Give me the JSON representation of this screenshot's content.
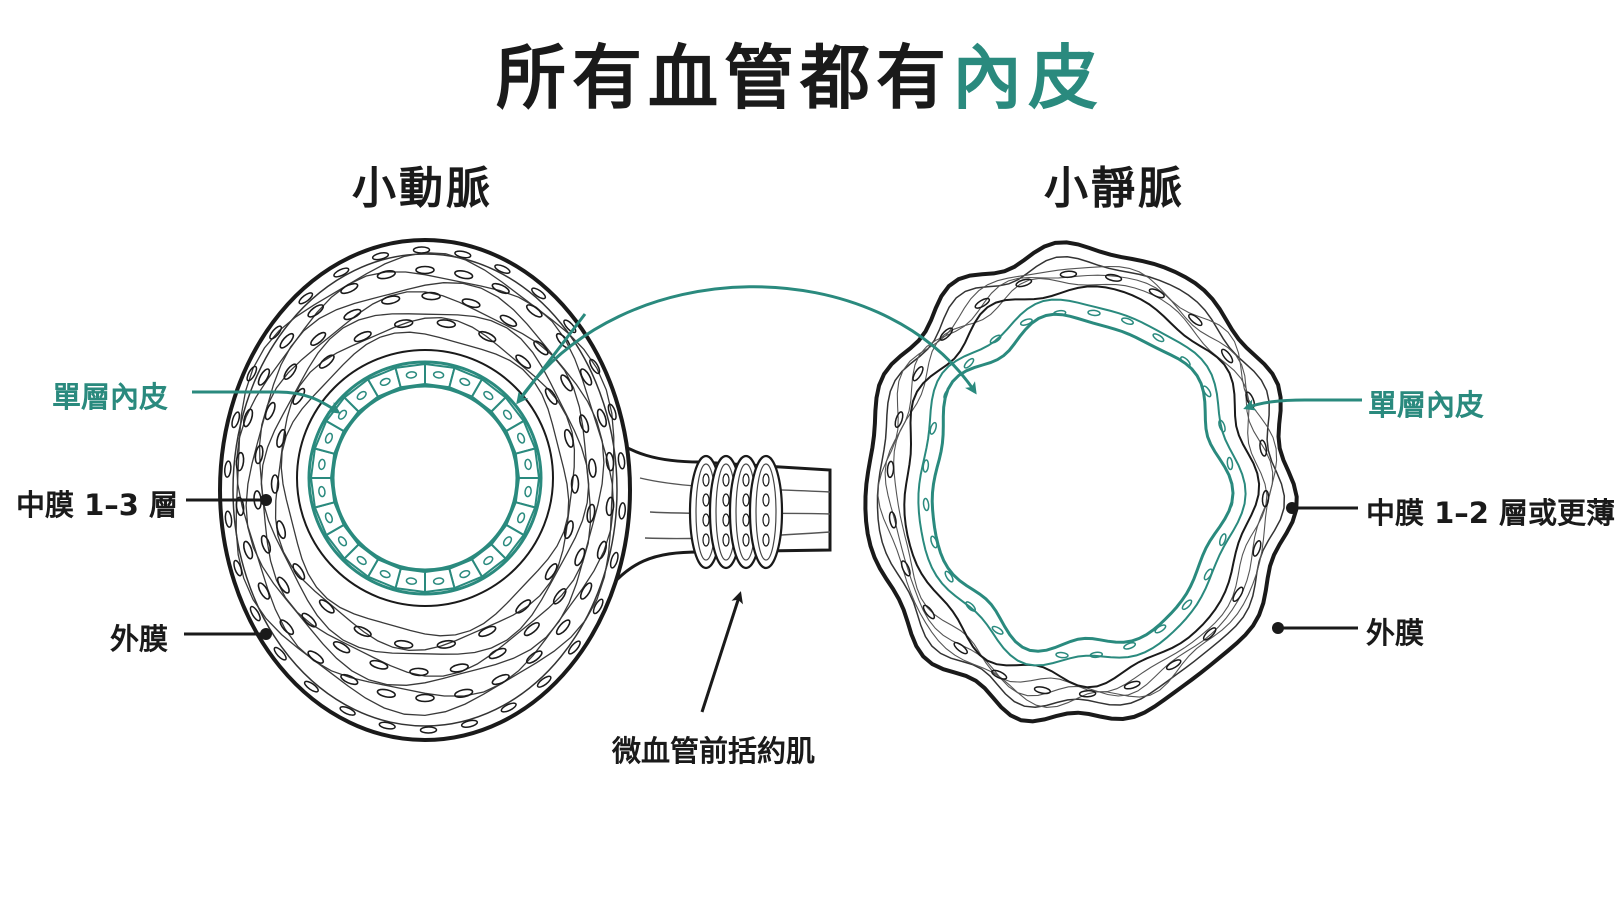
{
  "title": {
    "main": "所有血管都有",
    "accent": "內皮"
  },
  "colors": {
    "accent": "#2a8a7e",
    "ink": "#1a1a1a",
    "background": "#ffffff"
  },
  "arteriole": {
    "heading": "小動脈",
    "labels": {
      "endothelium": "單層內皮",
      "media": "中膜 1–3 層",
      "adventitia": "外膜",
      "sphincter": "微血管前括約肌"
    }
  },
  "venule": {
    "heading": "小靜脈",
    "labels": {
      "endothelium": "單層內皮",
      "media": "中膜 1–2 層或更薄",
      "adventitia": "外膜"
    }
  }
}
